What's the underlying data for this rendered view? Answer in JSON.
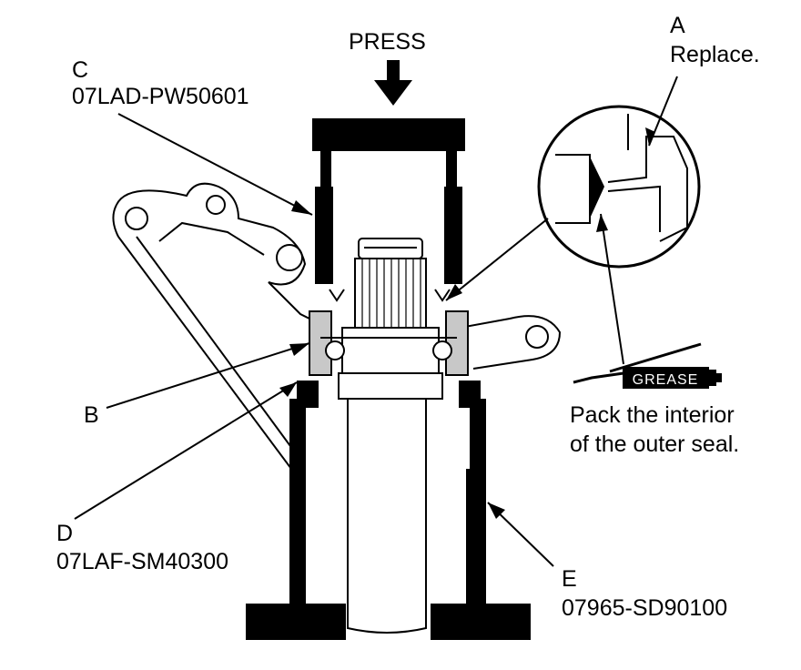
{
  "labels": {
    "press": "PRESS",
    "a_letter": "A",
    "a_note": "Replace.",
    "c_letter": "C",
    "c_part": "07LAD-PW50601",
    "b_letter": "B",
    "d_letter": "D",
    "d_part": "07LAF-SM40300",
    "e_letter": "E",
    "e_part": "07965-SD90100",
    "grease_tube": "GREASE",
    "grease_note_line1": "Pack the interior",
    "grease_note_line2": "of the outer seal."
  },
  "colors": {
    "ink": "#000000",
    "paper": "#ffffff",
    "shade": "#c8c8c8"
  }
}
